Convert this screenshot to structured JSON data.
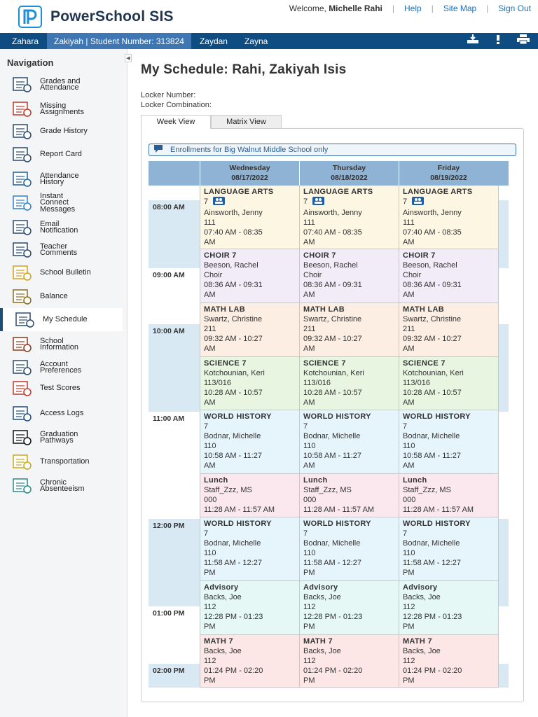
{
  "header": {
    "app_name": "PowerSchool SIS",
    "welcome": "Welcome,",
    "user_name": "Michelle Rahi",
    "links": [
      "Help",
      "Site Map",
      "Sign Out"
    ]
  },
  "students": [
    {
      "label": "Zahara",
      "active": false
    },
    {
      "label": "Zakiyah | Student Number: 313824",
      "active": true
    },
    {
      "label": "Zaydan",
      "active": false
    },
    {
      "label": "Zayna",
      "active": false
    }
  ],
  "navigation": {
    "title": "Navigation",
    "items": [
      {
        "label": "Grades and\nAttendance",
        "icon": "grades-icon"
      },
      {
        "label": "Missing\nAssignments",
        "icon": "missing-assignments-icon"
      },
      {
        "label": "Grade History",
        "icon": "grade-history-icon"
      },
      {
        "label": "Report Card",
        "icon": "report-card-icon"
      },
      {
        "label": "Attendance\nHistory",
        "icon": "attendance-history-icon"
      },
      {
        "label": "Instant\nConnect\nMessages",
        "icon": "instant-connect-icon"
      },
      {
        "label": "Email\nNotification",
        "icon": "email-icon"
      },
      {
        "label": "Teacher\nComments",
        "icon": "teacher-comments-icon"
      },
      {
        "label": "School Bulletin",
        "icon": "bulletin-icon"
      },
      {
        "label": "Balance",
        "icon": "balance-icon"
      },
      {
        "label": "My Schedule",
        "icon": "schedule-icon",
        "active": true
      },
      {
        "label": "School\nInformation",
        "icon": "school-info-icon"
      },
      {
        "label": "Account\nPreferences",
        "icon": "account-preferences-icon"
      },
      {
        "label": "Test Scores",
        "icon": "test-scores-icon"
      },
      {
        "label": "Access Logs",
        "icon": "access-logs-icon"
      },
      {
        "label": "Graduation\nPathways",
        "icon": "graduation-icon"
      },
      {
        "label": "Transportation",
        "icon": "bus-icon"
      },
      {
        "label": "Chronic\nAbsenteeism",
        "icon": "calendar-icon"
      }
    ]
  },
  "page": {
    "title": "My Schedule: Rahi, Zakiyah Isis",
    "locker_number_label": "Locker Number:",
    "locker_combination_label": "Locker Combination:",
    "tabs": [
      "Week View",
      "Matrix View"
    ],
    "notice": "Enrollments for Big Walnut Middle School only"
  },
  "schedule": {
    "days": [
      {
        "name": "Wednesday",
        "date": "08/17/2022"
      },
      {
        "name": "Thursday",
        "date": "08/18/2022"
      },
      {
        "name": "Friday",
        "date": "08/19/2022"
      }
    ],
    "times": [
      "08:00 AM",
      "09:00 AM",
      "10:00 AM",
      "11:00 AM",
      "12:00 PM",
      "01:00 PM",
      "02:00 PM"
    ],
    "blocks": [
      {
        "course": "LANGUAGE ARTS",
        "section": "7",
        "group_icon": true,
        "teacher": "Ainsworth, Jenny",
        "room": "111",
        "time1": "07:40 AM - 08:35",
        "time2": "AM",
        "color": "#fdf6e3"
      },
      {
        "course": "CHOIR 7",
        "section": "",
        "group_icon": false,
        "teacher": "Beeson, Rachel",
        "room": "Choir",
        "time1": "08:36 AM - 09:31",
        "time2": "AM",
        "color": "#f1ecf7"
      },
      {
        "course": "MATH LAB",
        "section": "",
        "group_icon": false,
        "teacher": "Swartz, Christine",
        "room": "211",
        "time1": "09:32 AM - 10:27",
        "time2": "AM",
        "color": "#fdeee3"
      },
      {
        "course": "SCIENCE 7",
        "section": "",
        "group_icon": false,
        "teacher": "Kotchounian, Keri",
        "room": "113/016",
        "time1": "10:28 AM - 10:57",
        "time2": "AM",
        "color": "#e8f5e1"
      },
      {
        "course": "WORLD HISTORY",
        "section": "7",
        "group_icon": false,
        "teacher": "Bodnar, Michelle",
        "room": "110",
        "time1": "10:58 AM - 11:27",
        "time2": "AM",
        "color": "#e6f4fb"
      },
      {
        "course": "Lunch",
        "section": "",
        "group_icon": false,
        "teacher": "Staff_Zzz, MS",
        "room": "000",
        "time1": "11:28 AM - 11:57 AM",
        "time2": "",
        "color": "#fbe8ef"
      },
      {
        "course": "WORLD HISTORY",
        "section": "7",
        "group_icon": false,
        "teacher": "Bodnar, Michelle",
        "room": "110",
        "time1": "11:58 AM - 12:27",
        "time2": "PM",
        "color": "#e6f4fb"
      },
      {
        "course": "Advisory",
        "section": "",
        "group_icon": false,
        "teacher": "Backs, Joe",
        "room": "112",
        "time1": "12:28 PM - 01:23",
        "time2": "PM",
        "color": "#e6f8f6"
      },
      {
        "course": "MATH 7",
        "section": "",
        "group_icon": false,
        "teacher": "Backs, Joe",
        "room": "112",
        "time1": "01:24 PM - 02:20",
        "time2": "PM",
        "color": "#fde6e6"
      }
    ]
  },
  "colors": {
    "brand": "#0f4c81",
    "active_tab": "#3f77b4",
    "link": "#1a6fb8",
    "header_cell": "#8fb3d4",
    "time_band": "#d9e9f4"
  }
}
